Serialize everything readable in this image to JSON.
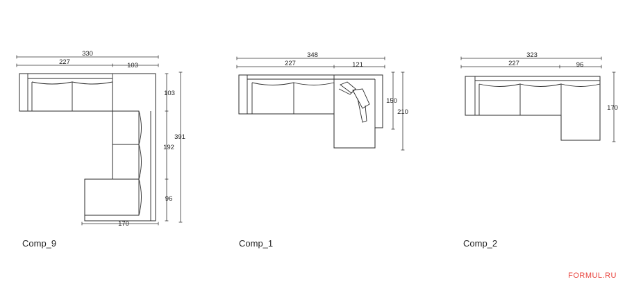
{
  "compositions": [
    {
      "name": "Comp_9",
      "dims": {
        "overall_width": "330",
        "left_width": "227",
        "right_width": "103",
        "top_depth": "103",
        "middle_depth": "192",
        "bottom_depth": "96",
        "total_depth": "391",
        "bottom_width": "170"
      }
    },
    {
      "name": "Comp_1",
      "dims": {
        "overall_width": "348",
        "left_width": "227",
        "right_width": "121",
        "depth_inner": "150",
        "depth_total": "210"
      }
    },
    {
      "name": "Comp_2",
      "dims": {
        "overall_width": "323",
        "left_width": "227",
        "right_width": "96",
        "depth": "170"
      }
    }
  ],
  "watermark": "FORMUL.RU",
  "colors": {
    "line": "#2a2a2a",
    "watermark": "#e8413b"
  }
}
